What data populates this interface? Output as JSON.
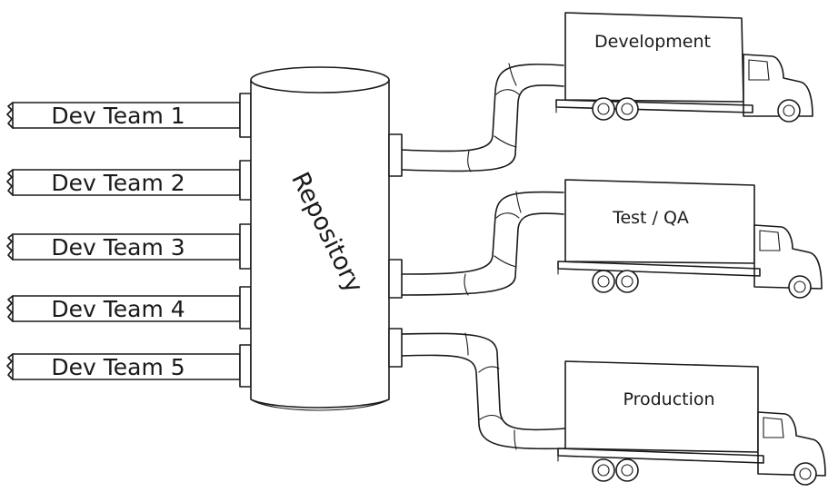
{
  "diagram": {
    "repository": {
      "label": "Repository"
    },
    "teams": [
      {
        "label": "Dev Team 1"
      },
      {
        "label": "Dev Team 2"
      },
      {
        "label": "Dev Team 3"
      },
      {
        "label": "Dev Team 4"
      },
      {
        "label": "Dev Team 5"
      }
    ],
    "trucks": [
      {
        "label": "Development"
      },
      {
        "label": "Test / QA"
      },
      {
        "label": "Production"
      }
    ]
  }
}
